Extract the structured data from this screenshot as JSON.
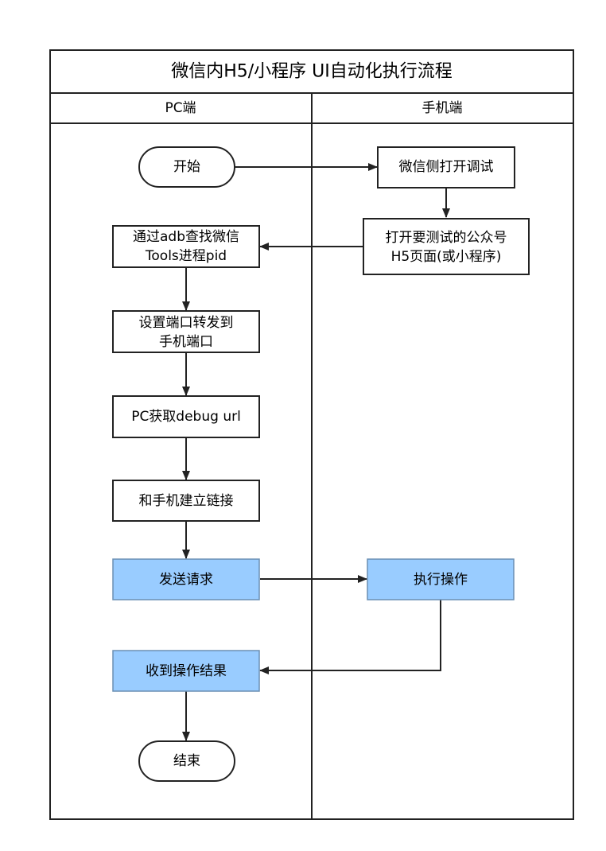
{
  "diagram": {
    "title": "微信内H5/小程序 UI自动化执行流程",
    "lanes": {
      "pc": "PC端",
      "phone": "手机端"
    },
    "nodes": {
      "start": "开始",
      "wechat_debug": "微信侧打开调试",
      "open_page_l1": "打开要测试的公众号",
      "open_page_l2": "H5页面(或小程序)",
      "adb_find_l1": "通过adb查找微信",
      "adb_find_l2": "Tools进程pid",
      "port_fwd_l1": "设置端口转发到",
      "port_fwd_l2": "手机端口",
      "get_url": "PC获取debug url",
      "connect": "和手机建立链接",
      "send_request": "发送请求",
      "execute": "执行操作",
      "receive_result": "收到操作结果",
      "end": "结束"
    },
    "colors": {
      "highlight_fill": "#99ccff",
      "line": "#222222"
    }
  }
}
